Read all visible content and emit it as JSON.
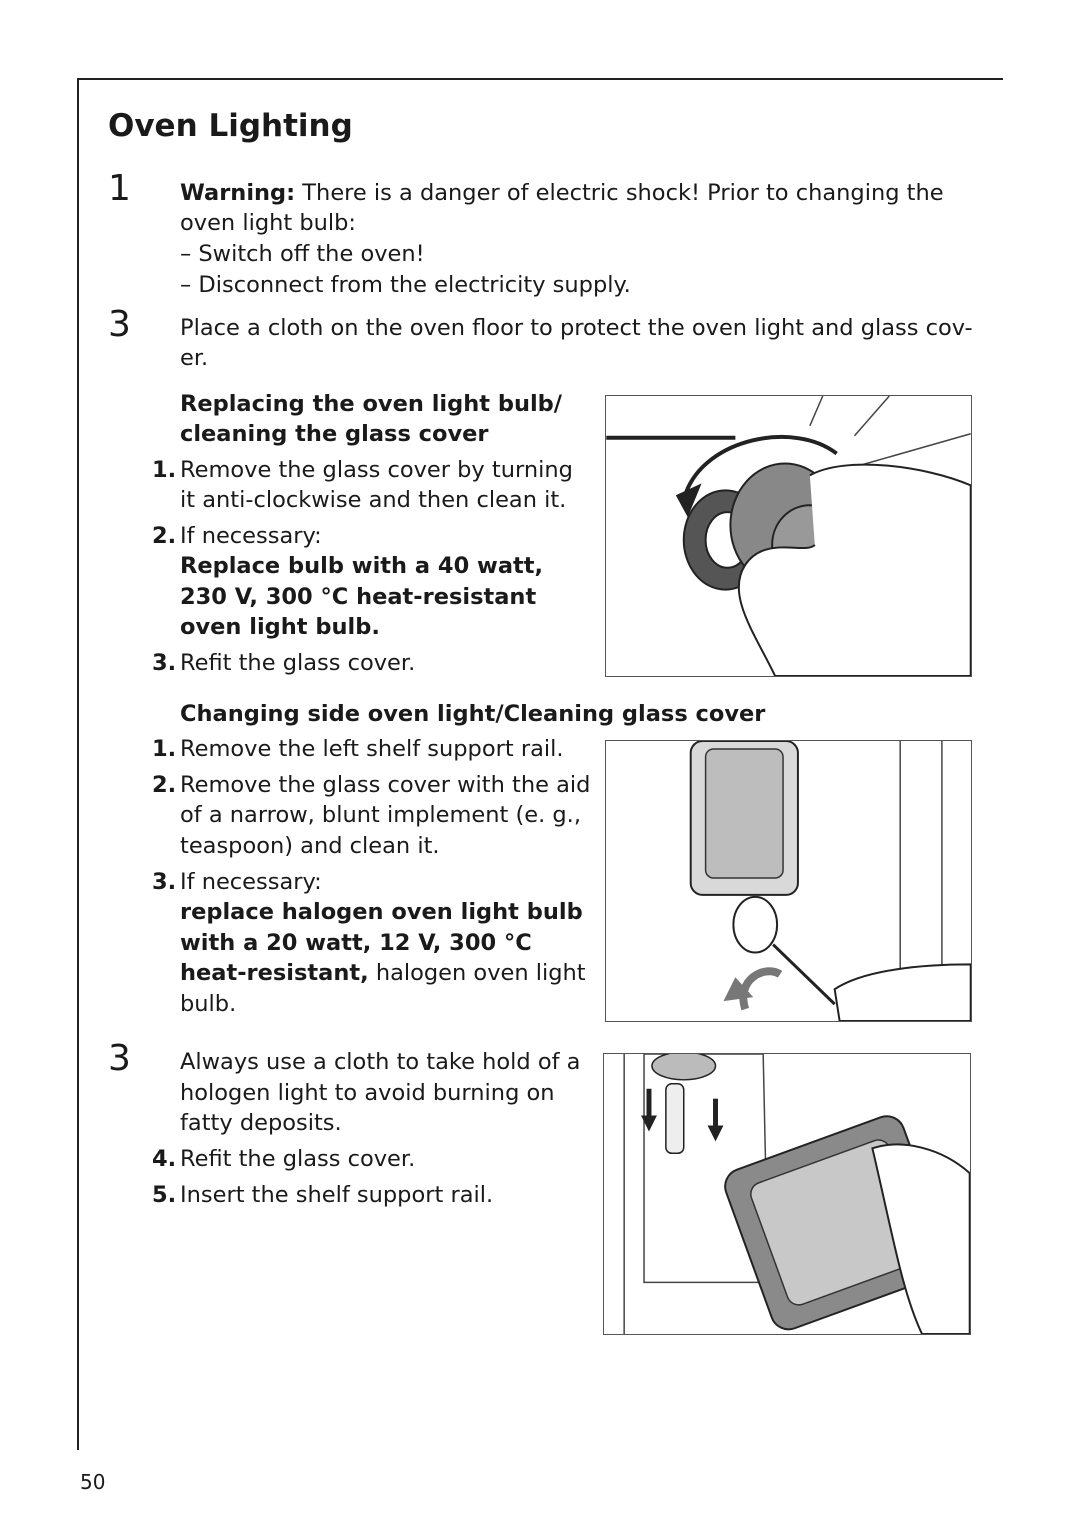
{
  "title": "Oven Lighting",
  "page_number": "50",
  "icons": {
    "warning": "1",
    "tip": "3"
  },
  "intro": {
    "warning_label": "Warning:",
    "warning_text": " There is a danger of electric shock! Prior to changing the",
    "warning_text2": "oven light bulb:",
    "dash1": "– Switch off the oven!",
    "dash2": "– Disconnect from the electricity supply.",
    "tip_line1": "Place a cloth on the oven floor to protect the oven light and glass cov-",
    "tip_line2": "er."
  },
  "section1": {
    "heading_line1": "Replacing the oven light bulb/",
    "heading_line2": "cleaning the glass cover",
    "step1_num": "1.",
    "step1_line1": "Remove the glass cover by turning",
    "step1_line2": "it anti-clockwise and then clean it.",
    "step2_num": "2.",
    "step2_text": "If necessary:",
    "bold_line1": "Replace bulb with a 40 watt,",
    "bold_line2": "230 V, 300 °C heat-resistant",
    "bold_line3": "oven light bulb.",
    "step3_num": "3.",
    "step3_text": "Refit the glass cover."
  },
  "section2": {
    "heading": "Changing side oven light/Cleaning glass cover",
    "step1_num": "1.",
    "step1_text": "Remove the left shelf support rail.",
    "step2_num": "2.",
    "step2_line1": "Remove the glass cover with the aid",
    "step2_line2": "of a narrow, blunt implement (e. g.,",
    "step2_line3": "teaspoon) and clean it.",
    "step3_num": "3.",
    "step3_text": "If necessary:",
    "bold_line1": "replace halogen oven light bulb",
    "bold_line2": "with a 20 watt, 12 V, 300 °C",
    "bold_line3": "heat-resistant,",
    "line3_rest": " halogen oven light",
    "line4": "bulb.",
    "tip_line1": "Always use a cloth to take hold of a",
    "tip_line2": "hologen light to avoid burning on",
    "tip_line3": "fatty deposits.",
    "step4_num": "4.",
    "step4_text": "Refit the glass cover.",
    "step5_num": "5.",
    "step5_text": "Insert the shelf support rail."
  }
}
